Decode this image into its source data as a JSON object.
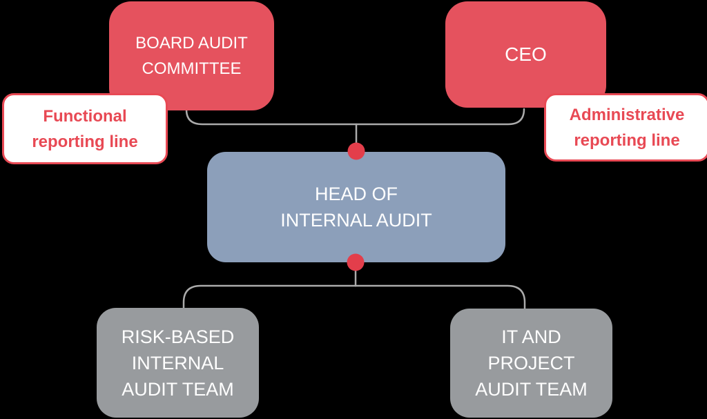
{
  "diagram": {
    "title": "Internal audit reporting structure org chart",
    "background_color": "#000000",
    "nodes": {
      "board_audit_committee": {
        "lines": [
          "BOARD AUDIT",
          "COMMITTEE"
        ],
        "fill_color": "#E5525E",
        "text_color": "#FFFFFF"
      },
      "ceo": {
        "lines": [
          "CEO"
        ],
        "fill_color": "#E5525E",
        "text_color": "#FFFFFF"
      },
      "head_of_internal_audit": {
        "lines": [
          "HEAD OF",
          "INTERNAL AUDIT"
        ],
        "fill_color": "#8C9FBA",
        "text_color": "#FFFFFF"
      },
      "risk_based_internal_audit_team": {
        "lines": [
          "RISK-BASED",
          "INTERNAL",
          "AUDIT TEAM"
        ],
        "fill_color": "#989B9E",
        "text_color": "#FFFFFF"
      },
      "it_and_project_audit_team": {
        "lines": [
          "IT AND",
          "PROJECT",
          "AUDIT TEAM"
        ],
        "fill_color": "#989B9E",
        "text_color": "#FFFFFF"
      }
    },
    "annotations": {
      "functional": {
        "lines": [
          "Functional",
          "reporting line"
        ],
        "fill_color": "#FFFFFF",
        "border_color": "#E84954",
        "text_color": "#E84954"
      },
      "administrative": {
        "lines": [
          "Administrative",
          "reporting line"
        ],
        "fill_color": "#FFFFFF",
        "border_color": "#E84954",
        "text_color": "#E84954"
      }
    },
    "connectors": {
      "line_color": "#ABABAB",
      "dot_color": "#E33E4B",
      "edges": [
        "board_audit_committee -> head_of_internal_audit",
        "ceo -> head_of_internal_audit",
        "head_of_internal_audit -> risk_based_internal_audit_team",
        "head_of_internal_audit -> it_and_project_audit_team"
      ]
    }
  }
}
